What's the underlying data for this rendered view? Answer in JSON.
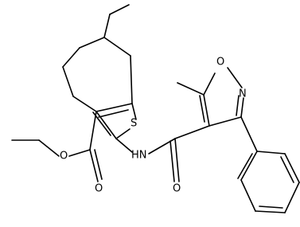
{
  "molecule": {
    "atom_labels": {
      "oxygen_isoxazole": "O",
      "nitrogen_isoxazole": "N",
      "sulfur_thiophene": "S",
      "amide_nh": "HN",
      "ester_oxygen": "O",
      "ester_carbonyl_oxygen": "O",
      "amide_carbonyl_oxygen": "O"
    }
  }
}
